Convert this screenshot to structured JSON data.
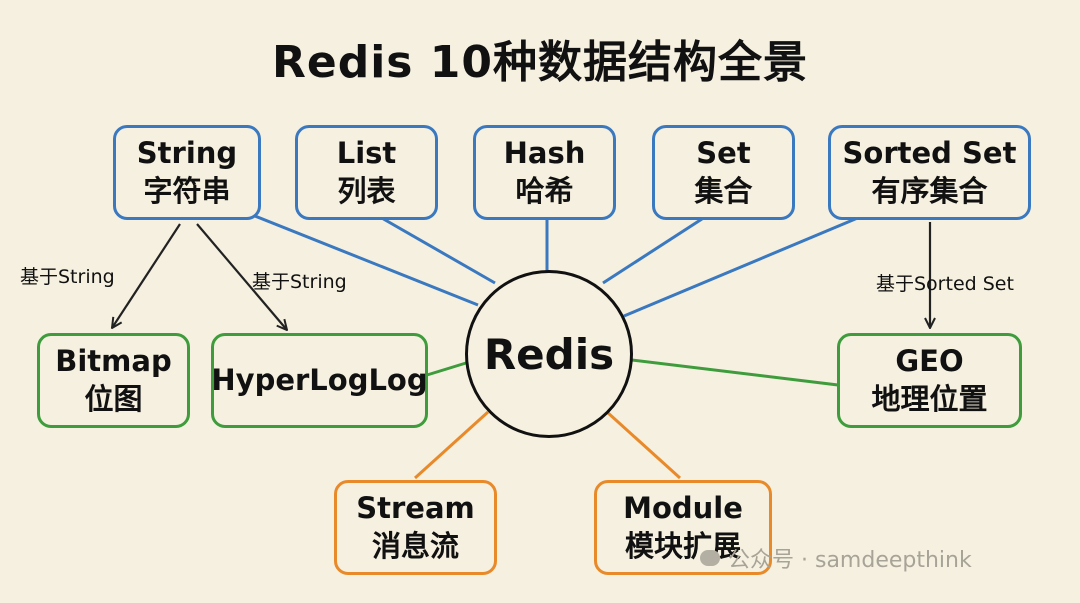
{
  "title": "Redis 10种数据结构全景",
  "center": "Redis",
  "colors": {
    "core": "#3a78c0",
    "derived": "#3f9c3c",
    "extension": "#e98a2a",
    "background": "#f5f0e0"
  },
  "nodes": {
    "string": {
      "en": "String",
      "zh": "字符串"
    },
    "list": {
      "en": "List",
      "zh": "列表"
    },
    "hash": {
      "en": "Hash",
      "zh": "哈希"
    },
    "set": {
      "en": "Set",
      "zh": "集合"
    },
    "sorted_set": {
      "en": "Sorted Set",
      "zh": "有序集合"
    },
    "bitmap": {
      "en": "Bitmap",
      "zh": "位图"
    },
    "hyperloglog": {
      "en": "HyperLogLog"
    },
    "geo": {
      "en": "GEO",
      "zh": "地理位置"
    },
    "stream": {
      "en": "Stream",
      "zh": "消息流"
    },
    "module": {
      "en": "Module",
      "zh": "模块扩展"
    }
  },
  "derive_labels": {
    "bitmap": "基于String",
    "hyperloglog": "基于String",
    "geo": "基于Sorted Set"
  },
  "watermark": "公众号 · samdeepthink"
}
